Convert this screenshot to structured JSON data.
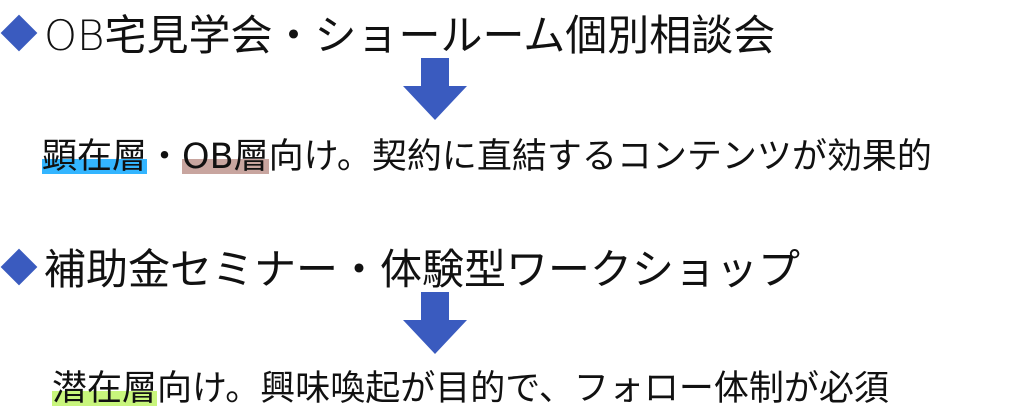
{
  "sections": [
    {
      "heading": "OB宅見学会・ショールーム個別相談会",
      "result": [
        {
          "text": "顕在層",
          "highlight": "#33b5ff"
        },
        {
          "text": "・"
        },
        {
          "text": "OB層",
          "highlight": "#c8a59f"
        },
        {
          "text": "向け。契約に直結するコンテンツが効果的"
        }
      ]
    },
    {
      "heading": "補助金セミナー・体験型ワークショップ",
      "result": [
        {
          "text": "潜在層",
          "highlight": "#c8f57c"
        },
        {
          "text": "向け。興味喚起が目的で、フォロー体制が必須"
        }
      ]
    }
  ],
  "colors": {
    "bullet": "#3a5bbf",
    "arrow": "#3a5bbf"
  }
}
